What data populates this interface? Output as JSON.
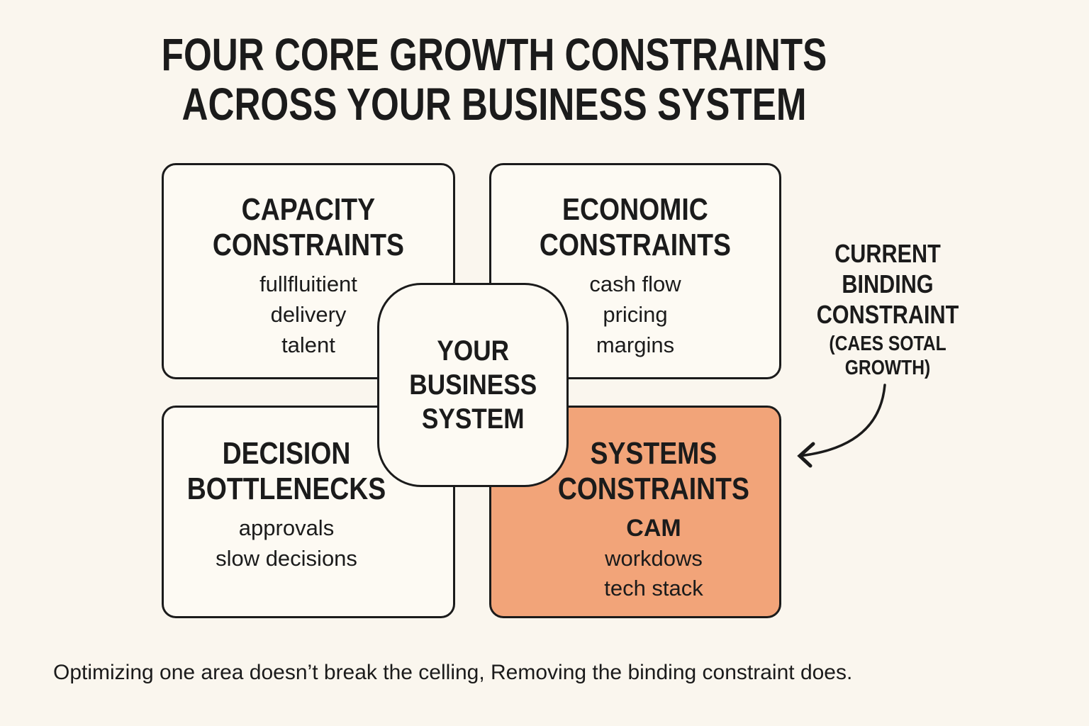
{
  "title": {
    "line1": "FOUR CORE GROWTH CONSTRAINTS",
    "line2": "ACROSS YOUR BUSINESS SYSTEM"
  },
  "boxes": {
    "capacity": {
      "heading_line1": "CAPACITY",
      "heading_line2": "CONSTRAINTS",
      "items": [
        "fullfluitient",
        "delivery",
        "talent"
      ]
    },
    "economic": {
      "heading_line1": "ECONOMIC",
      "heading_line2": "CONSTRAINTS",
      "items": [
        "cash flow",
        "pricing",
        "margins"
      ]
    },
    "decision": {
      "heading_line1": "DECISION",
      "heading_line2": "BOTTLENECKS",
      "items": [
        "approvals",
        "slow decisions"
      ]
    },
    "systems": {
      "heading_line1": "SYSTEMS",
      "heading_line2": "CONSTRAINTS",
      "emphasis_item": "CAM",
      "items": [
        "workdows",
        "tech stack"
      ]
    }
  },
  "hub": {
    "line1": "YOUR",
    "line2": "BUSINESS",
    "line3": "SYSTEM"
  },
  "annotation": {
    "line1": "CURRENT",
    "line2": "BINDING",
    "line3": "CONSTRAINT",
    "sub_line1": "(CAES SOTAL",
    "sub_line2": "GROWTH)"
  },
  "caption": "Optimizing one area doesn’t break the celling, Removing the binding constraint does.",
  "colors": {
    "background": "#faf6ee",
    "box_fill": "#fdfaf3",
    "highlight": "#f2a479",
    "ink": "#1b1b1b"
  }
}
